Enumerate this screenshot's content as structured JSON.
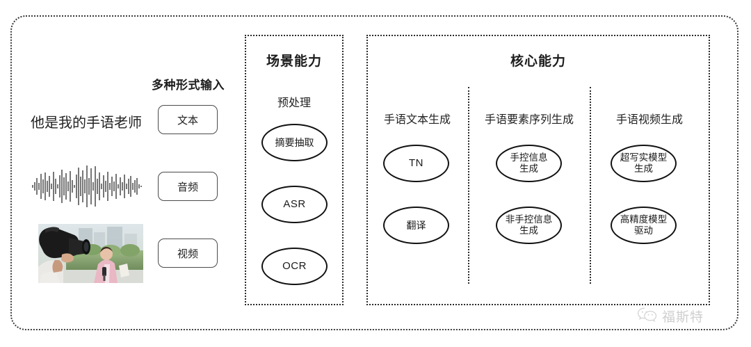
{
  "diagram": {
    "outer_frame": "dotted-rounded-border",
    "input_section": {
      "header": "多种形式输入",
      "sample_text": "他是我的手语老师",
      "modalities": [
        {
          "label": "文本",
          "icon": "text-icon"
        },
        {
          "label": "音频",
          "icon": "waveform-icon"
        },
        {
          "label": "视频",
          "icon": "video-thumbnail-icon"
        }
      ]
    },
    "scene_panel": {
      "title": "场景能力",
      "group_label": "预处理",
      "nodes": [
        "摘要抽取",
        "ASR",
        "OCR"
      ]
    },
    "core_panel": {
      "title": "核心能力",
      "columns": [
        {
          "label": "手语文本生成",
          "nodes": [
            "TN",
            "翻译"
          ]
        },
        {
          "label": "手语要素序列生成",
          "nodes": [
            "手控信息\n生成",
            "非手控信息\n生成"
          ]
        },
        {
          "label": "手语视频生成",
          "nodes": [
            "超写实模型\n生成",
            "高精度模型\n驱动"
          ]
        }
      ]
    },
    "watermark": {
      "text": "福斯特",
      "icon": "wechat-logo-icon"
    },
    "colors": {
      "border": "#2a2a2a",
      "node_border": "#111111",
      "text": "#222222",
      "watermark": "#8d8d8d"
    }
  }
}
